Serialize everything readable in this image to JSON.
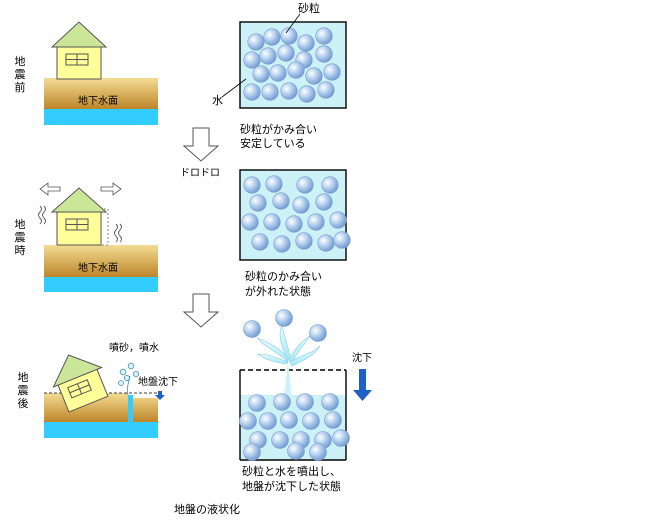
{
  "stages": [
    {
      "label": "地震前"
    },
    {
      "label": "地震時"
    },
    {
      "label": "地震後"
    }
  ],
  "water_table_label": "地下水面",
  "sand_grain_label": "砂粒",
  "water_label": "水",
  "descriptions": [
    {
      "line1": "砂粒がかみ合い",
      "line2": "安定している"
    },
    {
      "line1": "砂粒のかみ合い",
      "line2": "が外れた状態"
    },
    {
      "line1": "砂粒と水を噴出し、",
      "line2": "地盤が沈下した状態"
    }
  ],
  "shaking_sound": "ドロドロ",
  "eruption_label": "噴砂，噴水",
  "subsidence_label": "地盤沈下",
  "settlement_label": "沈下",
  "caption": "地盤の液状化",
  "colors": {
    "ground_top": "#f0d88a",
    "ground_bottom": "#c08a30",
    "water": "#33ccff",
    "house_wall": "#ffff99",
    "roof": "#cce699",
    "box_fill": "#ccf2f8",
    "grain_fill": "#8fb6e0",
    "arrow_blue": "#1f5fc8"
  }
}
